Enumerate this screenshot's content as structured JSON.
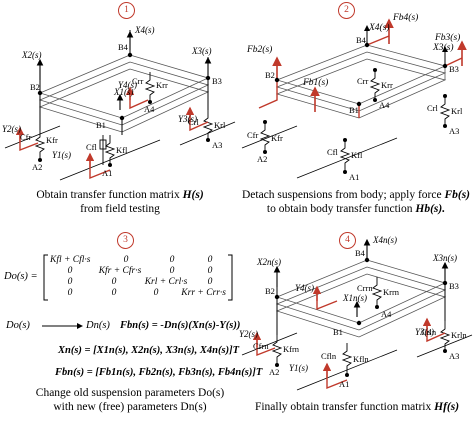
{
  "panels": [
    {
      "number": "1",
      "caption_line1": "Obtain transfer function matrix ",
      "caption_math1": "H(s)",
      "caption_line2": "from field testing",
      "labels": {
        "x4": "X4(s)",
        "x3": "X3(s)",
        "x2": "X2(s)",
        "x1": "X1(s)",
        "y1": "Y1(s)",
        "y2": "Y2(s)",
        "y3": "Y3(s)",
        "y4": "Y4(s)",
        "b1": "B1",
        "b2": "B2",
        "b3": "B3",
        "b4": "B4",
        "a1": "A1",
        "a2": "A2",
        "a3": "A3",
        "a4": "A4",
        "cfl": "Cfl",
        "kfl": "Kfl",
        "cfr": "Cfr",
        "kfr": "Kfr",
        "crl": "Crl",
        "krl": "Krl",
        "crr": "Crr",
        "krr": "Krr"
      }
    },
    {
      "number": "2",
      "caption_line1": "Detach suspensions from body; apply force ",
      "caption_math1": "Fb(s)",
      "caption_line2": "to obtain body transfer function ",
      "caption_math2": "Hb(s).",
      "labels": {
        "f1": "Fb1(s)",
        "f2": "Fb2(s)",
        "f3": "Fb3(s)",
        "f4": "Fb4(s)",
        "x4": "X4(s)",
        "x3": "X3(s)",
        "b1": "B1",
        "b2": "B2",
        "b3": "B3",
        "b4": "B4",
        "a1": "A1",
        "a2": "A2",
        "a3": "A3",
        "a4": "A4",
        "cfl": "Cfl",
        "kfl": "Kfl",
        "cfr": "Cfr",
        "kfr": "Kfr",
        "crl": "Crl",
        "krl": "Krl",
        "crr": "Crr",
        "krr": "Krr"
      }
    },
    {
      "number": "3",
      "matrix_lhs": "Do(s) =",
      "matrix_rows": [
        [
          "Kfl + Cfl·s",
          "0",
          "0",
          "0"
        ],
        [
          "0",
          "Kfr + Cfr·s",
          "0",
          "0"
        ],
        [
          "0",
          "0",
          "Krl + Crl·s",
          "0"
        ],
        [
          "0",
          "0",
          "0",
          "Krr + Crr·s"
        ]
      ],
      "mapping_from": "Do(s)",
      "mapping_to": "Dn(s)",
      "eq_force": "Fbn(s) = -Dn(s)(Xn(s)-Y(s))",
      "eq_x": "Xn(s) = [X1n(s), X2n(s), X3n(s), X4n(s)]T",
      "eq_f": "Fbn(s) = [Fb1n(s), Fb2n(s), Fb3n(s), Fb4n(s)]T",
      "caption_line1": "Change old suspension parameters Do(s)",
      "caption_line2": "with new (free) parameters Dn(s)"
    },
    {
      "number": "4",
      "caption_line1": "Finally obtain transfer function matrix ",
      "caption_math1": "Hf(s)",
      "labels": {
        "x4": "X4n(s)",
        "x3": "X3n(s)",
        "x2": "X2n(s)",
        "x1": "X1n(s)",
        "y1": "Y1(s)",
        "y2": "Y2(s)",
        "y3": "Y3(s)",
        "y4": "Y4(s)",
        "b1": "B1",
        "b2": "B2",
        "b3": "B3",
        "b4": "B4",
        "a1": "A1",
        "a2": "A2",
        "a3": "A3",
        "a4": "A4",
        "cfl": "Cfln",
        "kfl": "Kfln",
        "cfr": "Cfrn",
        "kfr": "Kfrn",
        "crl": "Crln",
        "krl": "Krln",
        "crr": "Crrn",
        "krr": "Krrn"
      }
    }
  ],
  "colors": {
    "accent": "#c0392b",
    "ink": "#000000",
    "frame": "#555555"
  }
}
